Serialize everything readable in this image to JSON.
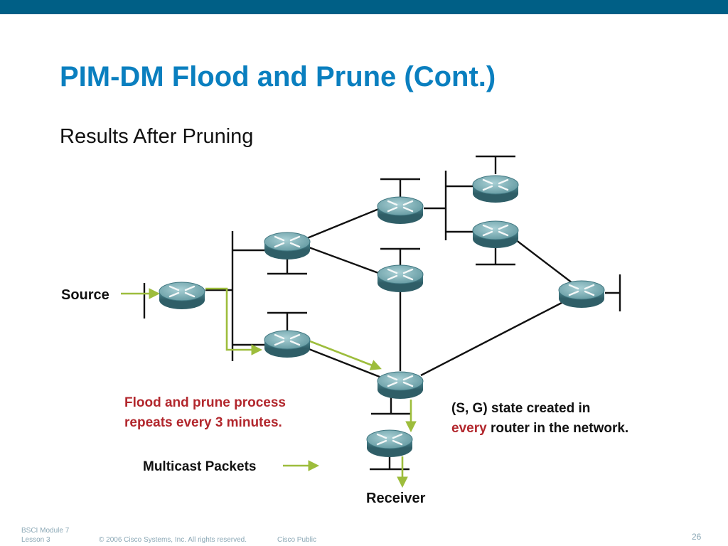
{
  "slide": {
    "title": "PIM-DM Flood and Prune (Cont.)",
    "subtitle": "Results After Pruning"
  },
  "diagram": {
    "labels": {
      "source": "Source",
      "receiver": "Receiver",
      "flood_note_line1": "Flood and prune process",
      "flood_note_line2": "repeats every 3 minutes.",
      "legend": "Multicast Packets",
      "state_line1": "(S, G) state created in",
      "state_line2_highlight": "every",
      "state_line2_rest": " router in the network."
    },
    "colors": {
      "link": "#111111",
      "multicast": "#9dbd3c",
      "router_top": "#6fa5ad",
      "router_side": "#3f7680",
      "note_red": "#b2272d"
    }
  },
  "footer": {
    "module": "BSCI Module 7",
    "lesson": "Lesson 3",
    "copyright": "© 2006 Cisco Systems, Inc. All rights reserved.",
    "classification": "Cisco Public",
    "page_number": "26"
  }
}
